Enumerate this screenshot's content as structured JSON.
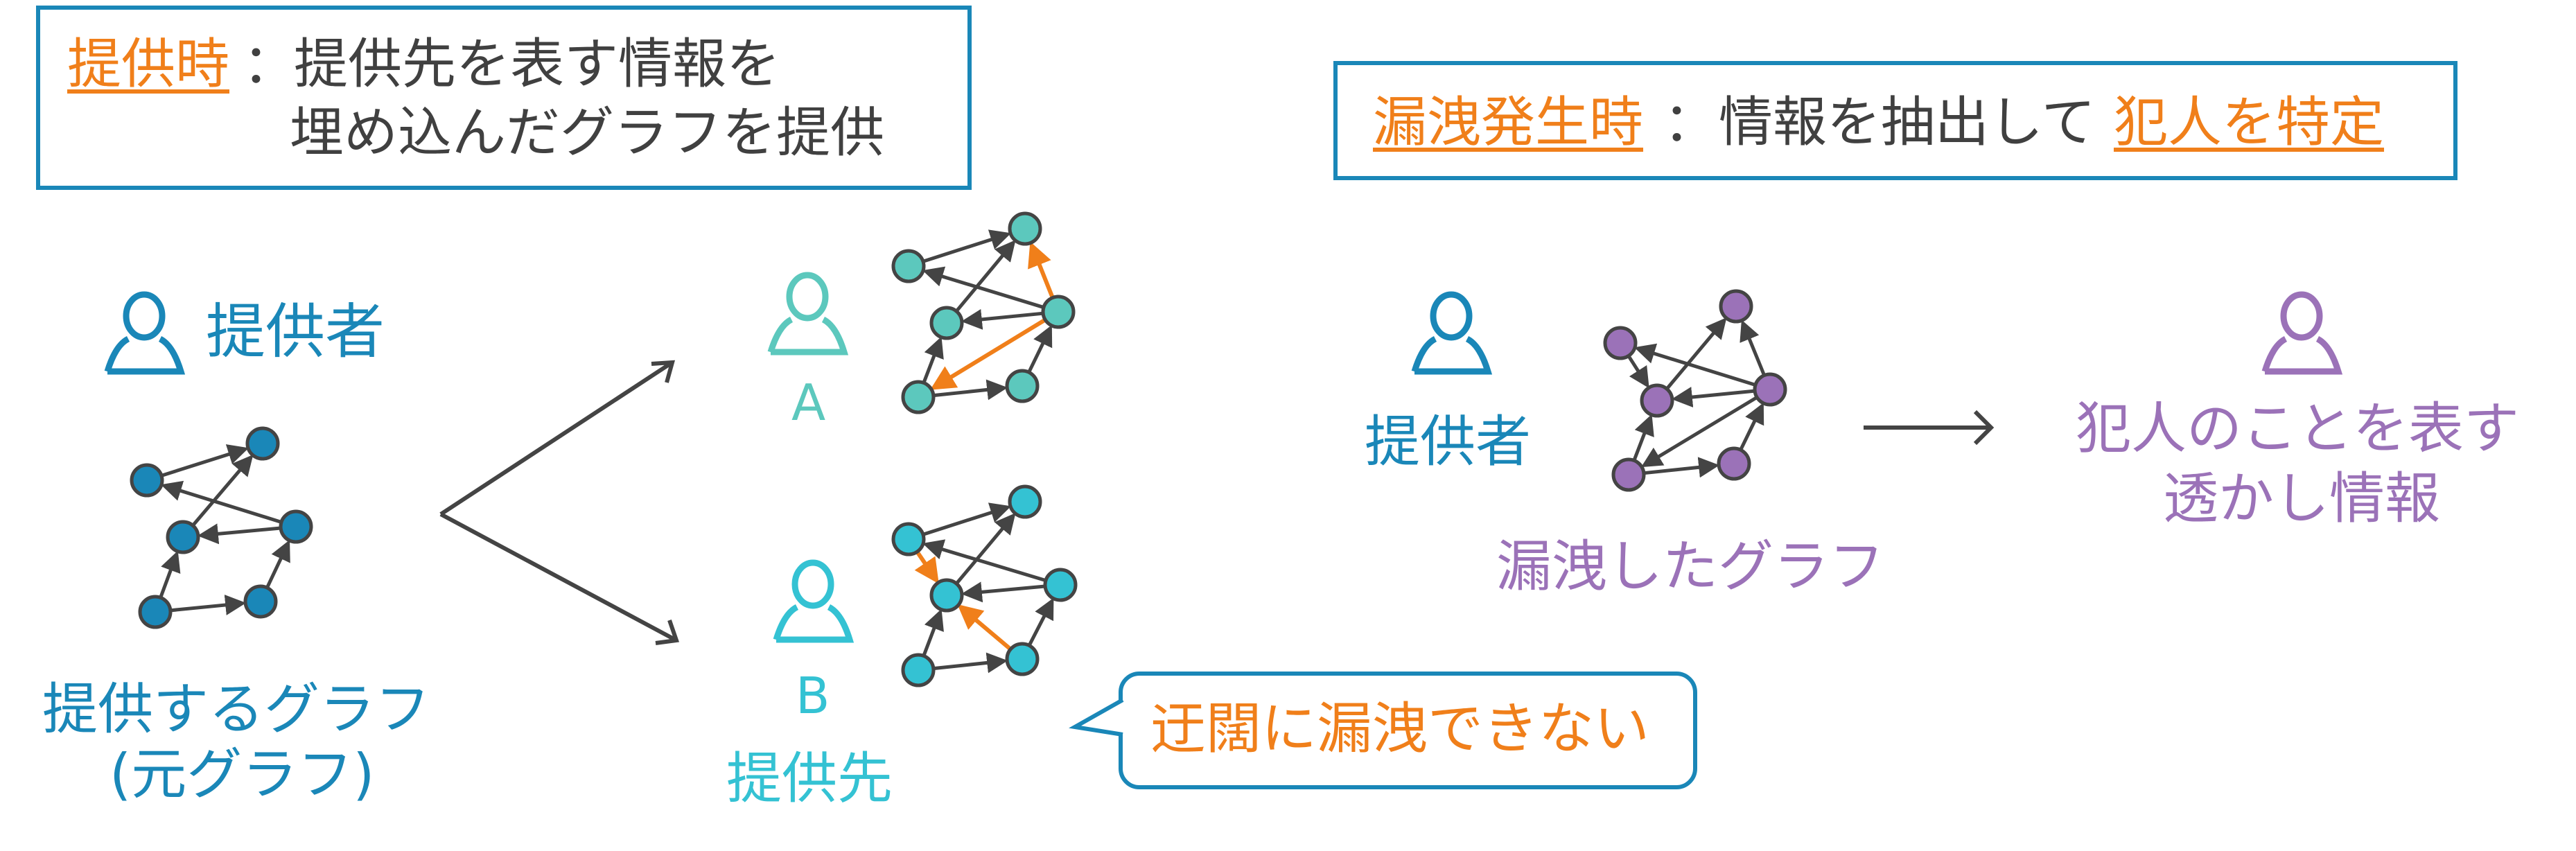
{
  "provide_box": {
    "heading": "提供時",
    "separator": "：",
    "line1": "提供先を表す情報を",
    "line2": "埋め込んだグラフを提供"
  },
  "leak_box": {
    "heading": "漏洩発生時",
    "separator": "：",
    "middle": "情報を抽出して",
    "highlight": "犯人を特定"
  },
  "left": {
    "provider_label": "提供者",
    "graph_label_line1": "提供するグラフ",
    "graph_label_line2": "(元グラフ)"
  },
  "recipients": {
    "a_label": "A",
    "b_label": "B",
    "caption": "提供先"
  },
  "callout": {
    "text": "迂闊に漏洩できない"
  },
  "right": {
    "provider_label": "提供者",
    "leaked_graph_label": "漏洩したグラフ",
    "result_line1": "犯人のことを表す",
    "result_line2": "透かし情報"
  },
  "colors": {
    "blue": "#1a87b8",
    "orange": "#f07f1a",
    "purple": "#9b72b8",
    "teal_a": "#5cc8bd",
    "cyan_b": "#34c2d3",
    "dark": "#444444"
  }
}
